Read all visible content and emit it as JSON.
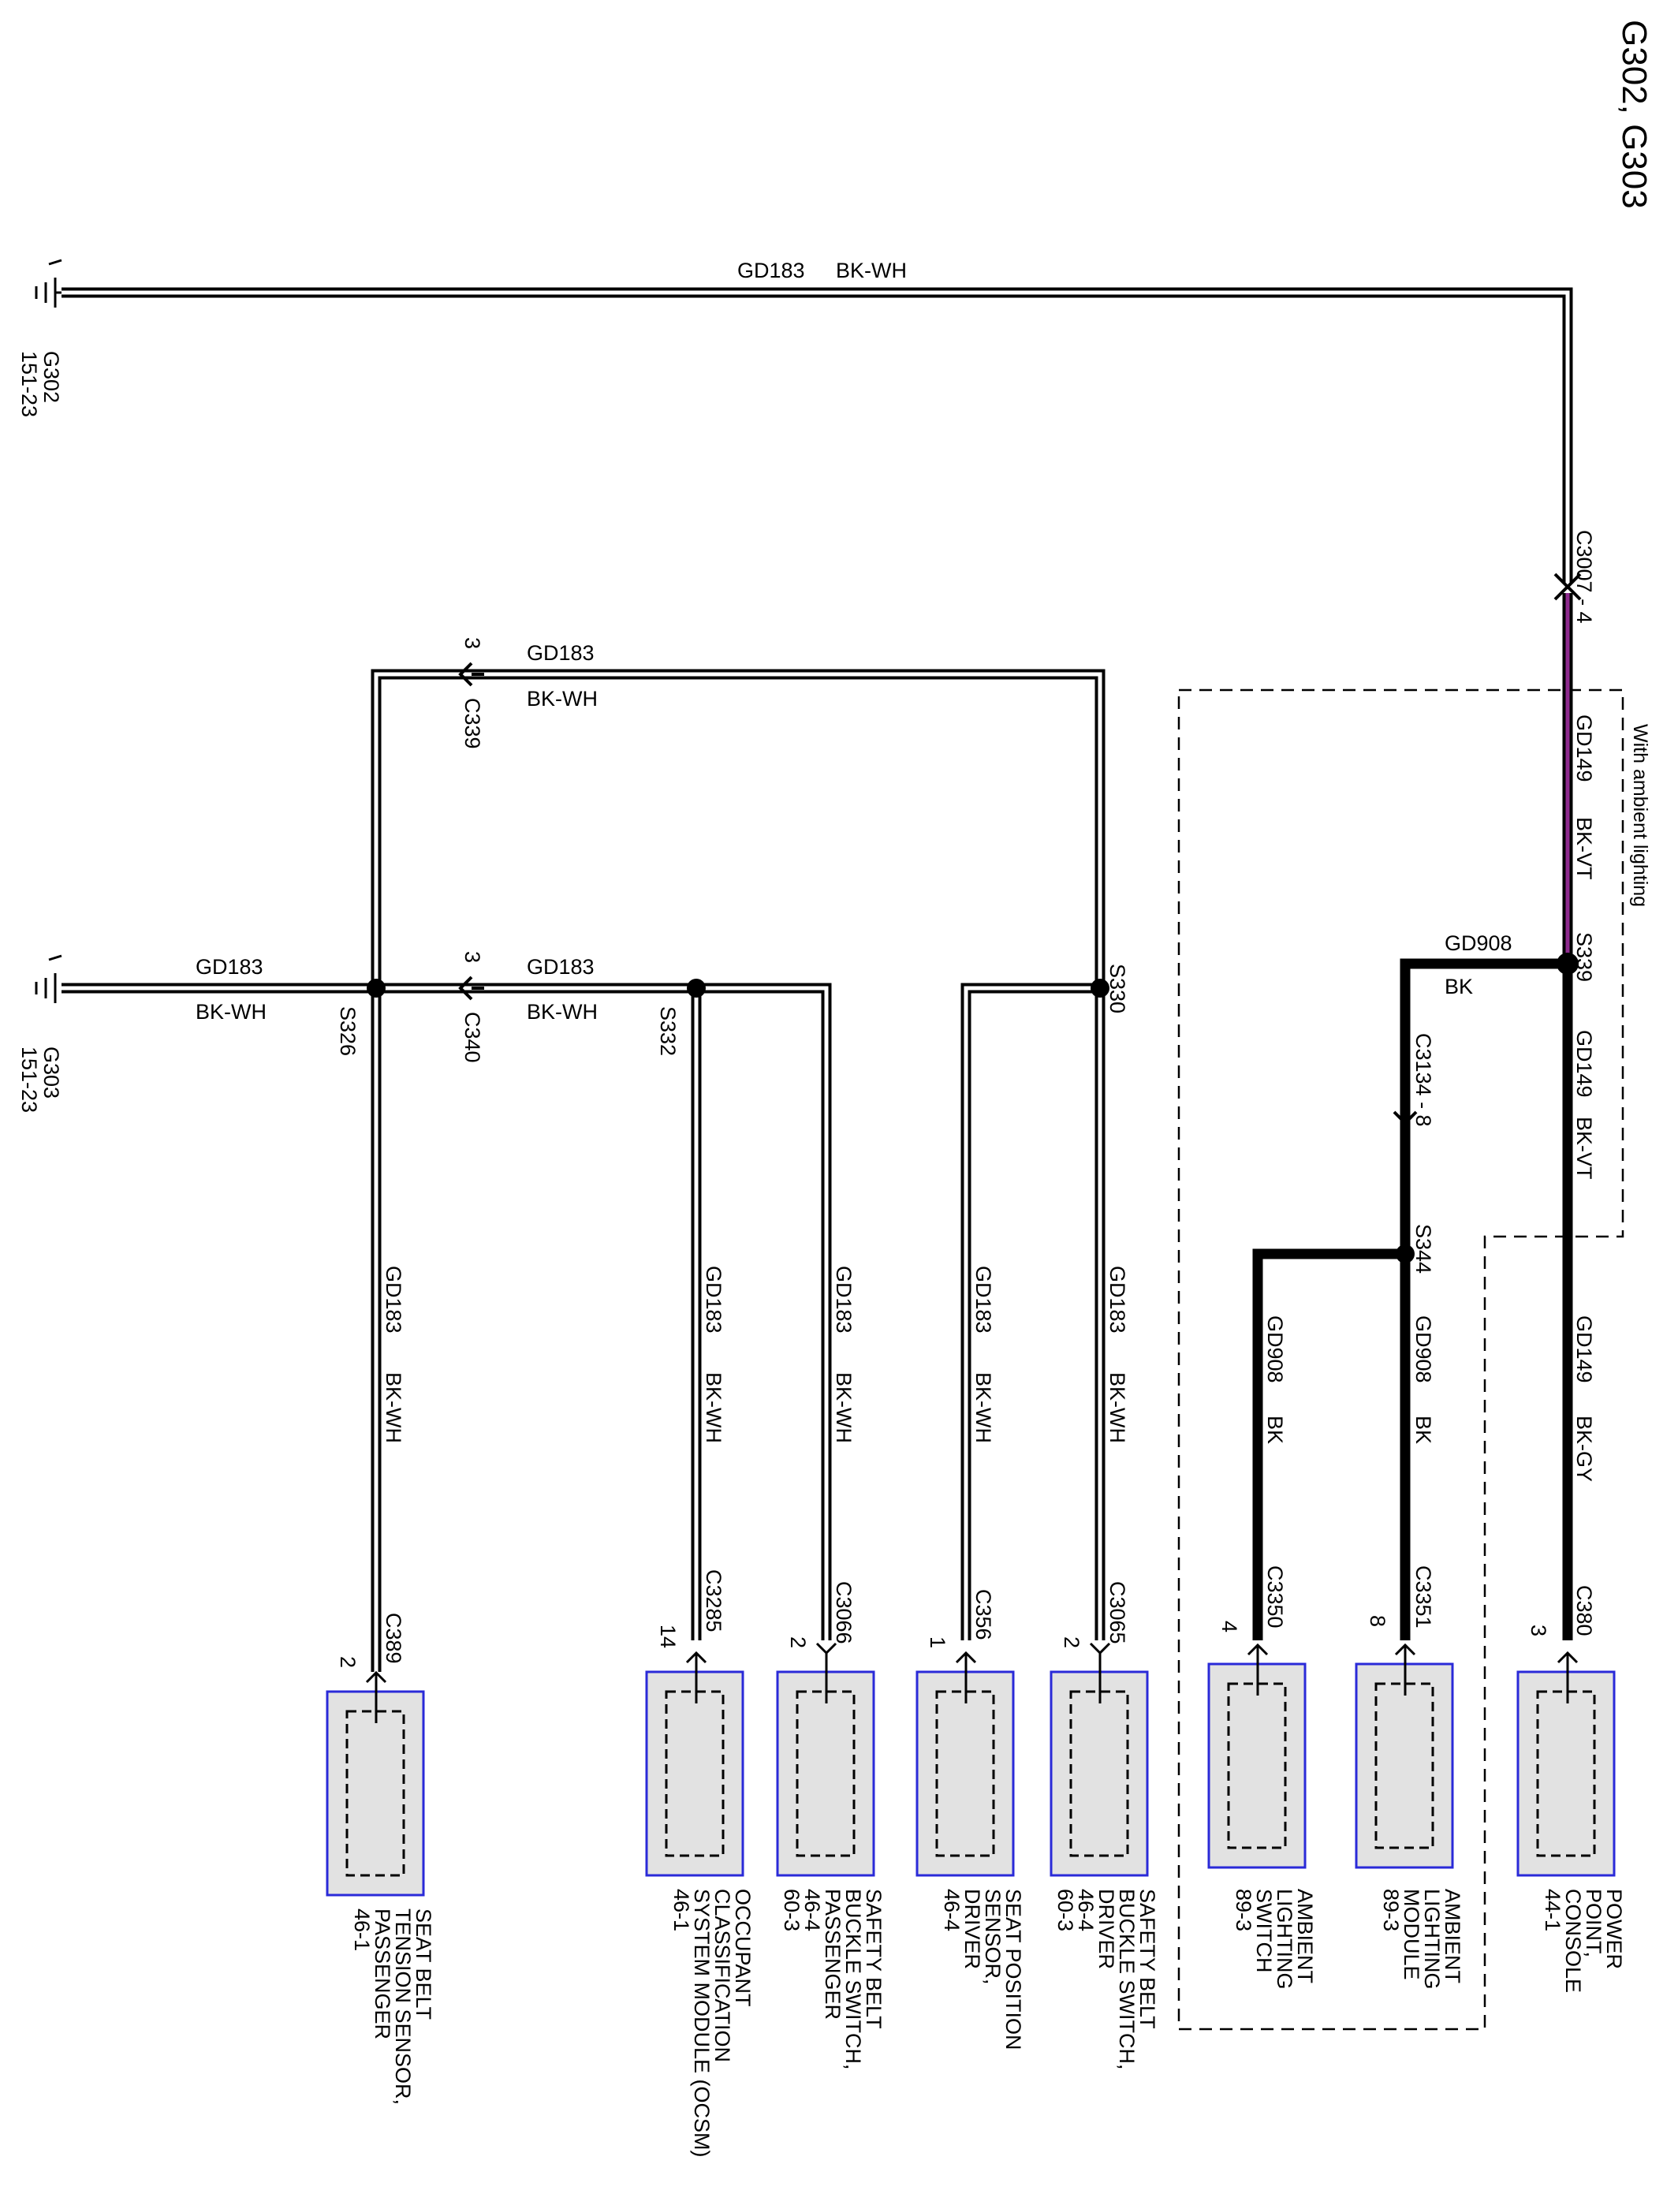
{
  "title": "G302, G303",
  "note": "With ambient lighting",
  "colors": {
    "wire": "#000000",
    "wire_inner": "#ffffff",
    "wire_violet": "#8e2a8e",
    "module_fill": "#e2e2e2",
    "module_border": "#2a2ad8"
  },
  "grounds": {
    "g302": {
      "name": "G302",
      "page": "151-23"
    },
    "g303": {
      "name": "G303",
      "page": "151-23"
    }
  },
  "splices": {
    "s339": "S339",
    "s344": "S344",
    "s330": "S330",
    "s332": "S332",
    "s326": "S326"
  },
  "connectors": {
    "c3007": "C3007 - 4",
    "c3134": "C3134 - 8",
    "c339": {
      "name": "C339",
      "pin": "3"
    },
    "c340": {
      "name": "C340",
      "pin": "3"
    }
  },
  "wires": {
    "top": {
      "circuit": "GD183",
      "color": "BK-WH"
    },
    "upper": {
      "circuit": "GD183",
      "color": "BK-WH"
    },
    "g303": {
      "circuit": "GD183",
      "color": "BK-WH"
    },
    "mid": {
      "circuit": "GD183",
      "color": "BK-WH"
    },
    "s339_upper": {
      "circuit": "GD149",
      "color": "BK-VT"
    },
    "s339_lower": {
      "circuit": "GD149",
      "color": "BK-VT"
    },
    "gd908_branch": {
      "circuit": "GD908",
      "color": "BK"
    },
    "console": {
      "circuit": "GD149",
      "color": "BK-GY"
    },
    "amb_module": {
      "circuit": "GD908",
      "color": "BK"
    },
    "amb_switch": {
      "circuit": "GD908",
      "color": "BK"
    },
    "buckle_driver": {
      "circuit": "GD183",
      "color": "BK-WH"
    },
    "seat_position": {
      "circuit": "GD183",
      "color": "BK-WH"
    },
    "buckle_passenger": {
      "circuit": "GD183",
      "color": "BK-WH"
    },
    "ocsm": {
      "circuit": "GD183",
      "color": "BK-WH"
    },
    "tension": {
      "circuit": "GD183",
      "color": "BK-WH"
    }
  },
  "modules": {
    "power_point": {
      "connector": "C380",
      "pin": "3",
      "lines": [
        "POWER",
        "POINT,",
        "CONSOLE",
        "44-1"
      ]
    },
    "amb_module": {
      "connector": "C3351",
      "pin": "8",
      "lines": [
        "AMBIENT",
        "LIGHTING",
        "MODULE",
        "89-3"
      ]
    },
    "amb_switch": {
      "connector": "C3350",
      "pin": "4",
      "lines": [
        "AMBIENT",
        "LIGHTING",
        "SWITCH",
        "89-3"
      ]
    },
    "buckle_driver": {
      "connector": "C3065",
      "pin": "2",
      "lines": [
        "SAFETY BELT",
        "BUCKLE SWITCH,",
        "DRIVER",
        "46-4",
        "60-3"
      ]
    },
    "seat_position": {
      "connector": "C356",
      "pin": "1",
      "lines": [
        "SEAT POSITION",
        "SENSOR,",
        "DRIVER",
        "46-4"
      ]
    },
    "buckle_passenger": {
      "connector": "C3066",
      "pin": "2",
      "lines": [
        "SAFETY BELT",
        "BUCKLE SWITCH,",
        "PASSENGER",
        "46-4",
        "60-3"
      ]
    },
    "ocsm": {
      "connector": "C3285",
      "pin": "14",
      "lines": [
        "OCCUPANT",
        "CLASSIFICATION",
        "SYSTEM MODULE (OCSM)",
        "46-1"
      ]
    },
    "tension": {
      "connector": "C389",
      "pin": "2",
      "lines": [
        "SEAT BELT",
        "TENSION SENSOR,",
        "PASSENGER",
        "46-1"
      ]
    }
  }
}
